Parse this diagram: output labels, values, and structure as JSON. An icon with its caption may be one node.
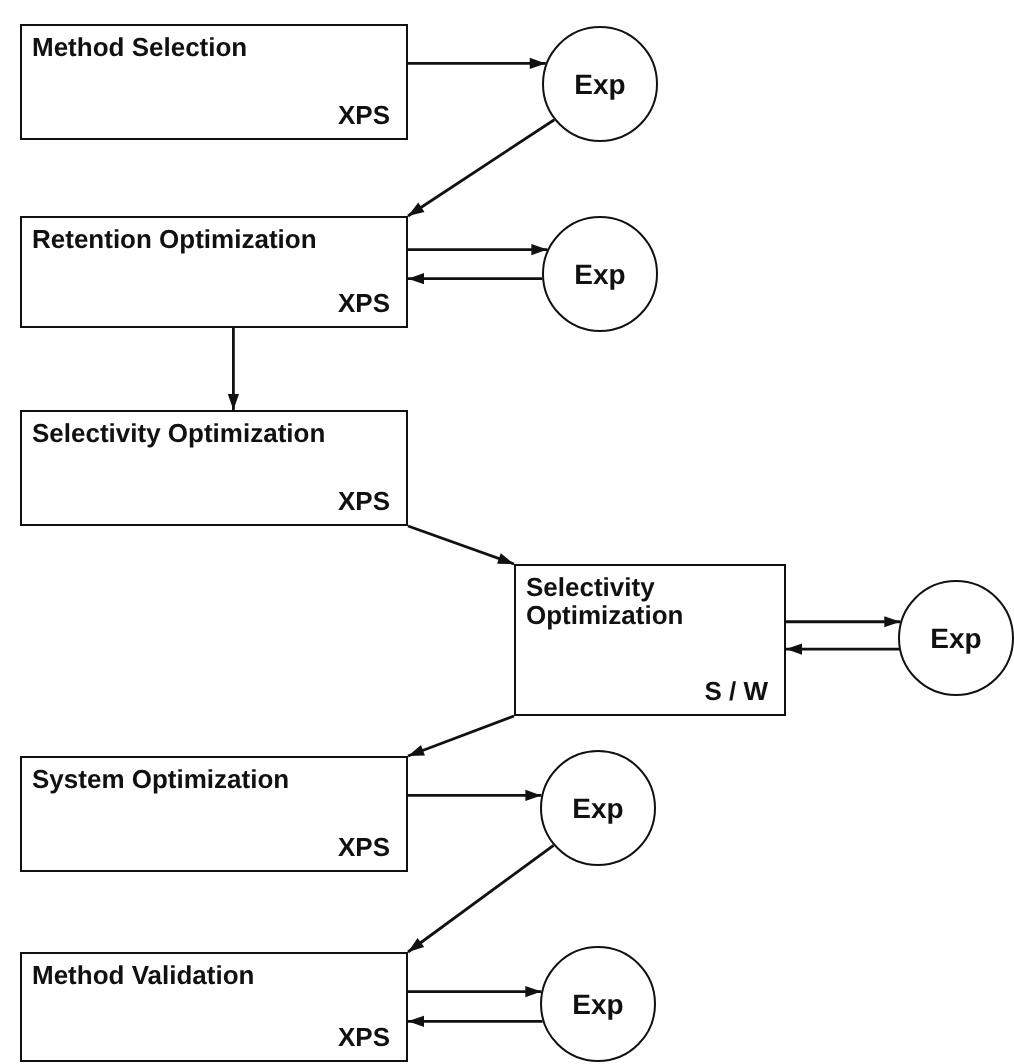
{
  "diagram": {
    "nodes": [
      {
        "text": [
          "Method Selection",
          "XPS"
        ]
      },
      {
        "text": [
          "Exp"
        ]
      },
      {
        "text": [
          "Retention Optimization",
          "XPS"
        ]
      },
      {
        "text": [
          "Exp"
        ]
      },
      {
        "text": [
          "Selectivity Optimization",
          "XPS"
        ]
      },
      {
        "text": [
          "Selectivity Optimization",
          "S / W"
        ]
      },
      {
        "text": [
          "Exp"
        ]
      },
      {
        "text": [
          "System Optimization",
          "XPS"
        ]
      },
      {
        "text": [
          "Exp"
        ]
      },
      {
        "text": [
          "Method Validation",
          "XPS"
        ]
      },
      {
        "text": [
          "Exp"
        ]
      }
    ],
    "edges": [
      {
        "from": 0,
        "to": 1,
        "arrow": "to"
      },
      {
        "from": 1,
        "to": 2,
        "arrow": "to"
      },
      {
        "from": 2,
        "to": 3,
        "arrow": "to"
      },
      {
        "from": 3,
        "to": 2,
        "arrow": "to"
      },
      {
        "from": 2,
        "to": 4,
        "arrow": "to"
      },
      {
        "from": 4,
        "to": 5,
        "arrow": "to"
      },
      {
        "from": 5,
        "to": 6,
        "arrow": "to"
      },
      {
        "from": 6,
        "to": 5,
        "arrow": "to"
      },
      {
        "from": 5,
        "to": 7,
        "arrow": "to"
      },
      {
        "from": 7,
        "to": 8,
        "arrow": "to"
      },
      {
        "from": 8,
        "to": 9,
        "arrow": "to"
      },
      {
        "from": 9,
        "to": 10,
        "arrow": "to"
      },
      {
        "from": 10,
        "to": 9,
        "arrow": "to"
      }
    ]
  }
}
